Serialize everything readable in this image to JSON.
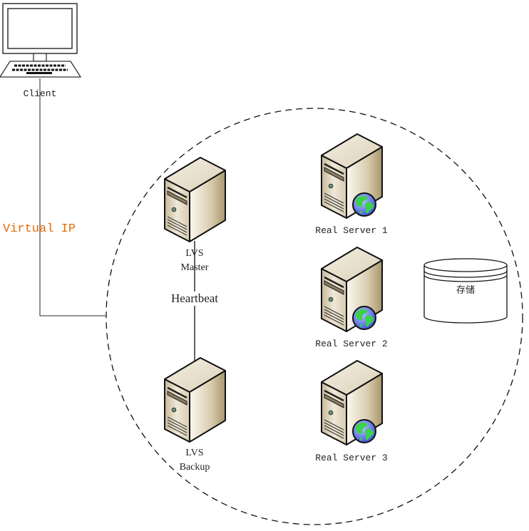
{
  "diagram": {
    "title": "LVS High-Availability Load Balancing Topology",
    "client": {
      "label": "Client",
      "icon": "computer-icon"
    },
    "virtual_ip": {
      "label": "Virtual IP",
      "color": "#e46c0a"
    },
    "heartbeat": {
      "label": "Heartbeat"
    },
    "lvs_master": {
      "line1": "LVS",
      "line2": "Master",
      "icon": "server-icon"
    },
    "lvs_backup": {
      "line1": "LVS",
      "line2": "Backup",
      "icon": "server-icon"
    },
    "real_servers": [
      {
        "label": "Real Server 1",
        "icon": "web-server-icon"
      },
      {
        "label": "Real Server 2",
        "icon": "web-server-icon"
      },
      {
        "label": "Real Server 3",
        "icon": "web-server-icon"
      }
    ],
    "storage": {
      "label": "存储",
      "icon": "database-icon"
    },
    "cluster_boundary": {
      "style": "dashed"
    }
  }
}
